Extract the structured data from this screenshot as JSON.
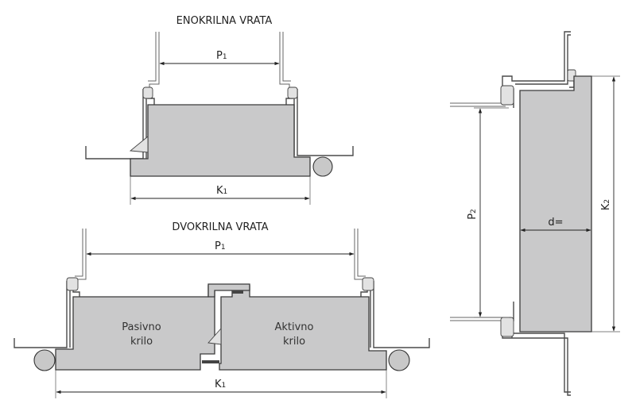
{
  "diagram": {
    "single_door": {
      "title": "ENOKRILNA VRATA",
      "dim_top": {
        "main": "P",
        "sub": "1"
      },
      "dim_bottom": {
        "main": "K",
        "sub": "1"
      }
    },
    "double_door": {
      "title": "DVOKRILNA VRATA",
      "dim_top": {
        "main": "P",
        "sub": "1"
      },
      "dim_bottom": {
        "main": "K",
        "sub": "1"
      },
      "passive_leaf": [
        "Pasivno",
        "krilo"
      ],
      "active_leaf": [
        "Aktivno",
        "krilo"
      ]
    },
    "side_section": {
      "dim_height_inner": {
        "main": "P",
        "sub": "2"
      },
      "dim_height_outer": {
        "main": "K",
        "sub": "2"
      },
      "dim_thickness": "d="
    }
  }
}
